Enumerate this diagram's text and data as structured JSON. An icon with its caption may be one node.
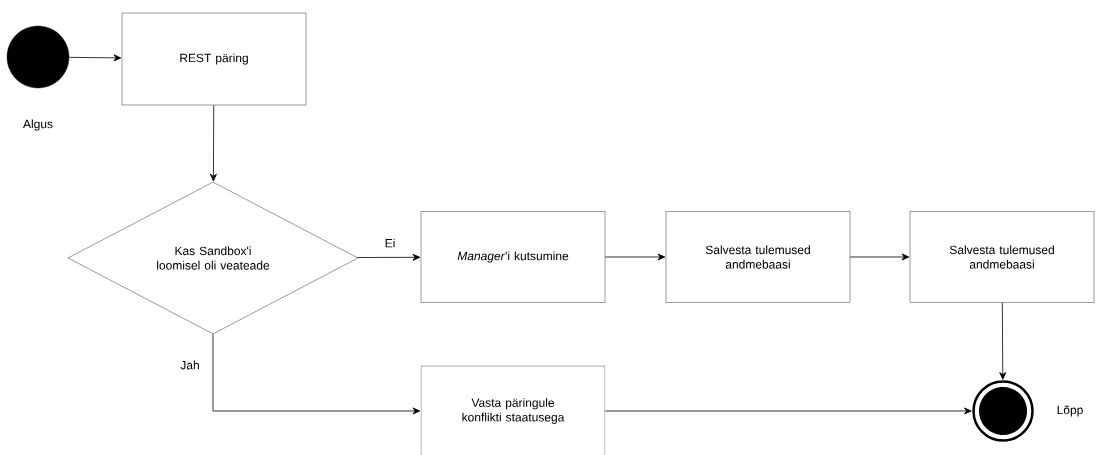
{
  "diagram": {
    "nodes": [
      {
        "text": [],
        "shape": "circle",
        "beside": [
          "Algus"
        ]
      },
      {
        "text": [
          "REST päring"
        ]
      },
      {
        "text": [
          "Kas Sandbox'i loomisel oli veateade"
        ]
      },
      {
        "text": [
          "*Manager*'i kutsumine"
        ]
      },
      {
        "text": [
          "Salvesta tulemused andmebaasi"
        ]
      },
      {
        "text": [
          "Salvesta tulemused andmebaasi"
        ]
      },
      {
        "text": [
          "Vasta päringule konflikti staatusega"
        ]
      },
      {
        "text": [],
        "shape": "circle",
        "beside": [
          "Lõpp"
        ]
      }
    ],
    "edges": [
      {
        "from": 0,
        "to": 1,
        "arrow": "to"
      },
      {
        "from": 1,
        "to": 2,
        "arrow": "to"
      },
      {
        "from": 2,
        "to": 3,
        "arrow": "to",
        "label": "Ei"
      },
      {
        "from": 3,
        "to": 4,
        "arrow": "to"
      },
      {
        "from": 4,
        "to": 5,
        "arrow": "to"
      },
      {
        "from": 5,
        "to": 7,
        "arrow": "to"
      },
      {
        "from": 2,
        "to": 6,
        "arrow": "to",
        "label": "Jah"
      },
      {
        "from": 6,
        "to": 7,
        "arrow": "to"
      }
    ]
  }
}
